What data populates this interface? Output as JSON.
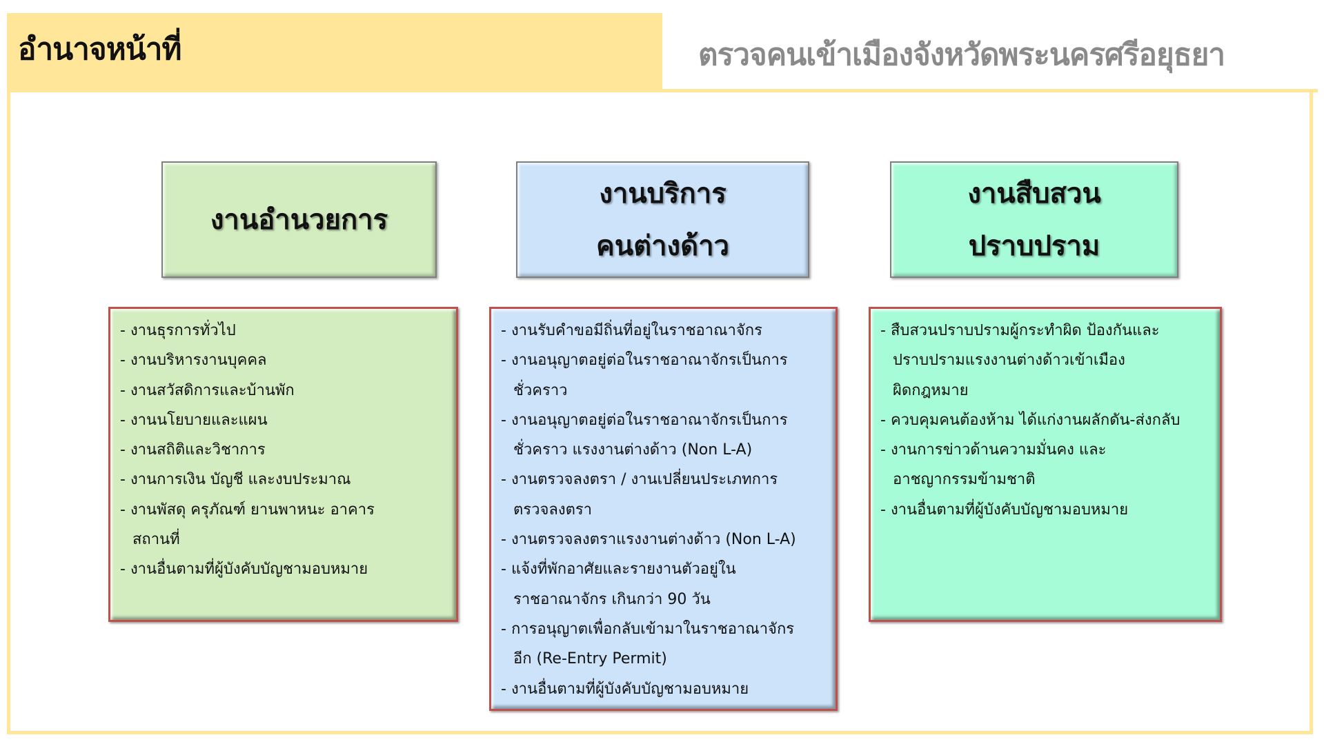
{
  "header": {
    "title": "อำนาจหน้าที่",
    "organization": "ตรวจคนเข้าเมืองจังหวัดพระนครศรีอยุธยา"
  },
  "colors": {
    "band": "#ffe699",
    "green": "#d3ecc0",
    "blue": "#cce3fa",
    "mint": "#a6fcd6",
    "list_border": "#c0504d"
  },
  "sections": [
    {
      "heading": [
        "งานอำนวยการ"
      ],
      "items": [
        "งานธุรการทั่วไป",
        "งานบริหารงานบุคคล",
        "งานสวัสดิการและบ้านพัก",
        "งานนโยบายและแผน",
        "งานสถิติและวิชาการ",
        "งานการเงิน บัญชี และงบประมาณ",
        "งานพัสดุ ครุภัณฑ์ ยานพาหนะ อาคาร\nสถานที่",
        "งานอื่นตามที่ผู้บังคับบัญชามอบหมาย"
      ]
    },
    {
      "heading": [
        "งานบริการ",
        "คนต่างด้าว"
      ],
      "items": [
        "งานรับคำขอมีถิ่นที่อยู่ในราชอาณาจักร",
        "งานอนุญาตอยู่ต่อในราชอาณาจักรเป็นการ\nชั่วคราว",
        "งานอนุญาตอยู่ต่อในราชอาณาจักรเป็นการ\nชั่วคราว แรงงานต่างด้าว (Non L-A)",
        "งานตรวจลงตรา / งานเปลี่ยนประเภทการ\nตรวจลงตรา",
        "งานตรวจลงตราแรงงานต่างด้าว (Non L-A)",
        "แจ้งที่พักอาศัยและรายงานตัวอยู่ใน\nราชอาณาจักร เกินกว่า 90 วัน",
        "การอนุญาตเพื่อกลับเข้ามาในราชอาณาจักร\nอีก (Re-Entry Permit)",
        "งานอื่นตามที่ผู้บังคับบัญชามอบหมาย"
      ]
    },
    {
      "heading": [
        "งานสืบสวน",
        "ปราบปราม"
      ],
      "items": [
        "สืบสวนปราบปรามผู้กระทำผิด ป้องกันและ\nปราบปรามแรงงานต่างด้าวเข้าเมือง\nผิดกฎหมาย",
        "ควบคุมคนต้องห้าม ได้แก่งานผลักดัน-ส่งกลับ",
        "งานการข่าวด้านความมั่นคง และ\nอาชญากรรมข้ามชาติ",
        "งานอื่นตามที่ผู้บังคับบัญชามอบหมาย"
      ]
    }
  ]
}
